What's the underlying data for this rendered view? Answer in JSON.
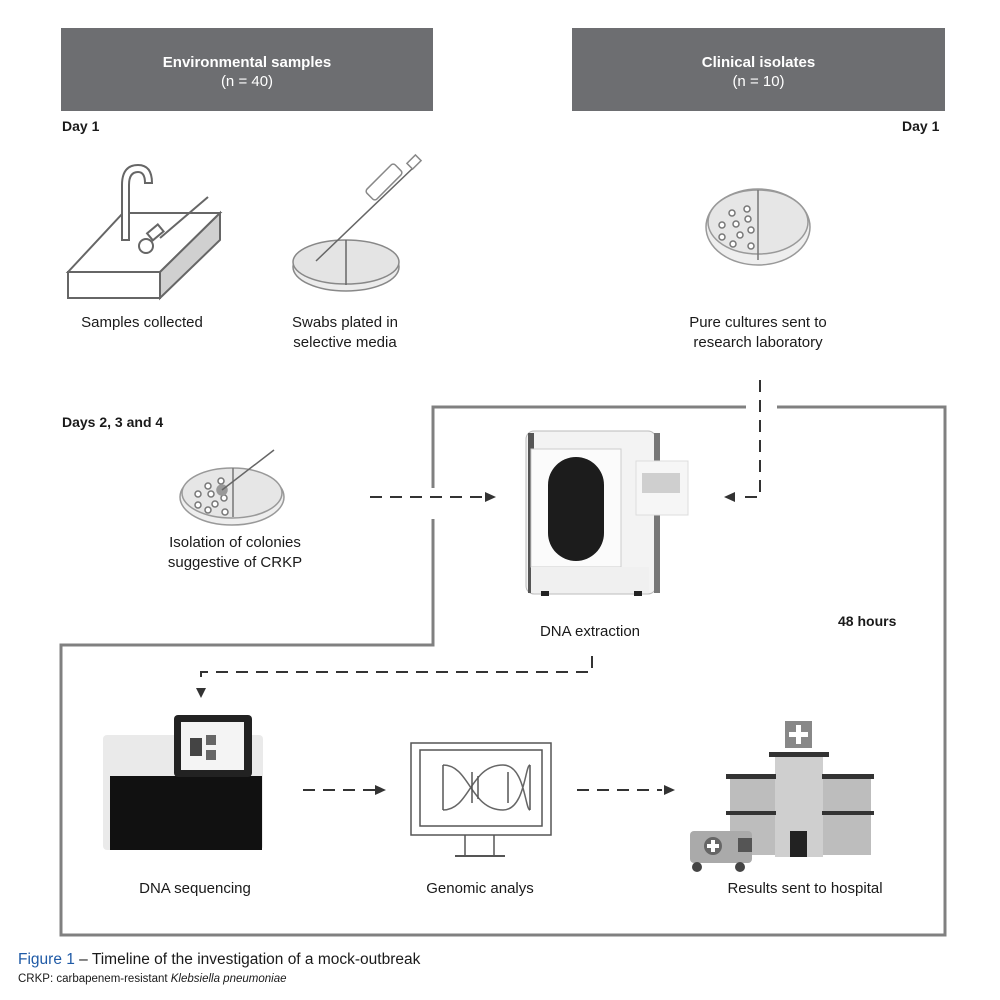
{
  "headers": {
    "environmental": {
      "title": "Environmental samples",
      "count": "(n = 40)"
    },
    "clinical": {
      "title": "Clinical isolates",
      "count": "(n = 10)"
    }
  },
  "day_labels": {
    "left_day1": "Day 1",
    "right_day1": "Day 1",
    "days_2_3_4": "Days 2, 3 and 4",
    "hours_48": "48 hours"
  },
  "steps": {
    "samples_collected": {
      "label": "Samples collected",
      "icon": "sink-swab-icon"
    },
    "swabs_plated": {
      "label_line1": "Swabs plated in",
      "label_line2": "selective media",
      "icon": "pipette-petri-dish-icon"
    },
    "pure_cultures": {
      "label_line1": "Pure cultures sent to",
      "label_line2": "research laboratory",
      "icon": "petri-dish-colonies-icon"
    },
    "isolation": {
      "label_line1": "Isolation of colonies",
      "label_line2": "suggestive of CRKP",
      "icon": "petri-dish-loop-icon"
    },
    "dna_extraction": {
      "label": "DNA extraction",
      "icon": "dna-extractor-machine-icon"
    },
    "dna_sequencing": {
      "label": "DNA sequencing",
      "icon": "sequencer-machine-icon"
    },
    "genomic_analysis": {
      "label": "Genomic analys",
      "icon": "monitor-dna-icon"
    },
    "results_hospital": {
      "label": "Results sent to hospital",
      "icon": "hospital-ambulance-icon"
    }
  },
  "caption": {
    "figure_label": "Figure 1",
    "figure_text": " – Timeline of the investigation of a mock-outbreak",
    "abbrev_prefix": "CRKP: carbapenem-resistant ",
    "abbrev_species": "Klebsiella pneumoniae"
  },
  "colors": {
    "header_bg": "#6d6e71",
    "frame_line": "#808080",
    "figure_label": "#1f5aa6"
  }
}
